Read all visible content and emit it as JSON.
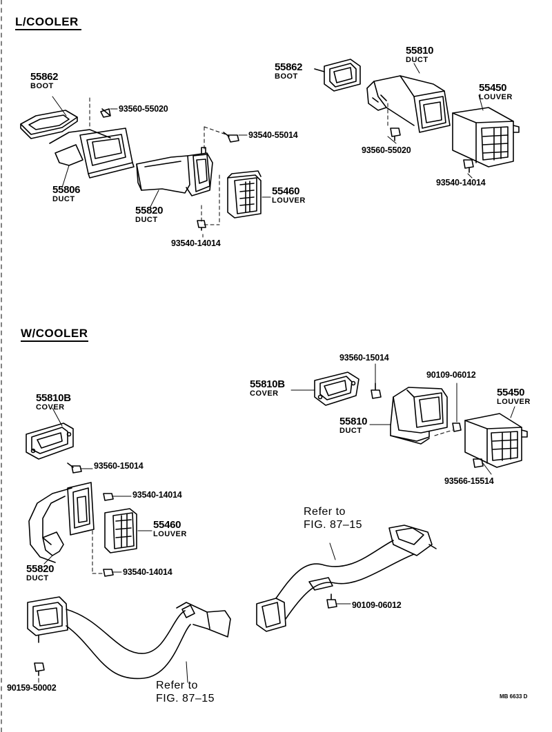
{
  "sections": {
    "l_cooler": "L/COOLER",
    "w_cooler": "W/COOLER"
  },
  "l_cooler": {
    "boot_left": {
      "number": "55862",
      "name": "BOOT"
    },
    "duct_55806": {
      "number": "55806",
      "name": "DUCT"
    },
    "duct_55820": {
      "number": "55820",
      "name": "DUCT"
    },
    "louver_55460": {
      "number": "55460",
      "name": "LOUVER"
    },
    "boot_right": {
      "number": "55862",
      "name": "BOOT"
    },
    "duct_55810": {
      "number": "55810",
      "name": "DUCT"
    },
    "louver_55450": {
      "number": "55450",
      "name": "LOUVER"
    },
    "bolts": {
      "b1": "93560-55020",
      "b2": "93540-55014",
      "b3": "93540-14014",
      "b4": "93560-55020",
      "b5": "93540-14014"
    }
  },
  "w_cooler": {
    "cover_left": {
      "number": "55810B",
      "name": "COVER"
    },
    "duct_55820": {
      "number": "55820",
      "name": "DUCT"
    },
    "louver_55460": {
      "number": "55460",
      "name": "LOUVER"
    },
    "cover_right": {
      "number": "55810B",
      "name": "COVER"
    },
    "duct_55810": {
      "number": "55810",
      "name": "DUCT"
    },
    "louver_55450": {
      "number": "55450",
      "name": "LOUVER"
    },
    "bolts": {
      "b1": "93560-15014",
      "b2": "93540-14014",
      "b3": "93540-14014",
      "b4": "90159-50002",
      "b5": "93560-15014",
      "b6": "90109-06012",
      "b7": "93566-15514",
      "b8": "90109-06012"
    },
    "refs": {
      "upper": {
        "line1": "Refer to",
        "line2": "FIG. 87–15"
      },
      "lower": {
        "line1": "Refer to",
        "line2": "FIG. 87–15"
      }
    }
  },
  "figure_code": "MB 6633 D"
}
